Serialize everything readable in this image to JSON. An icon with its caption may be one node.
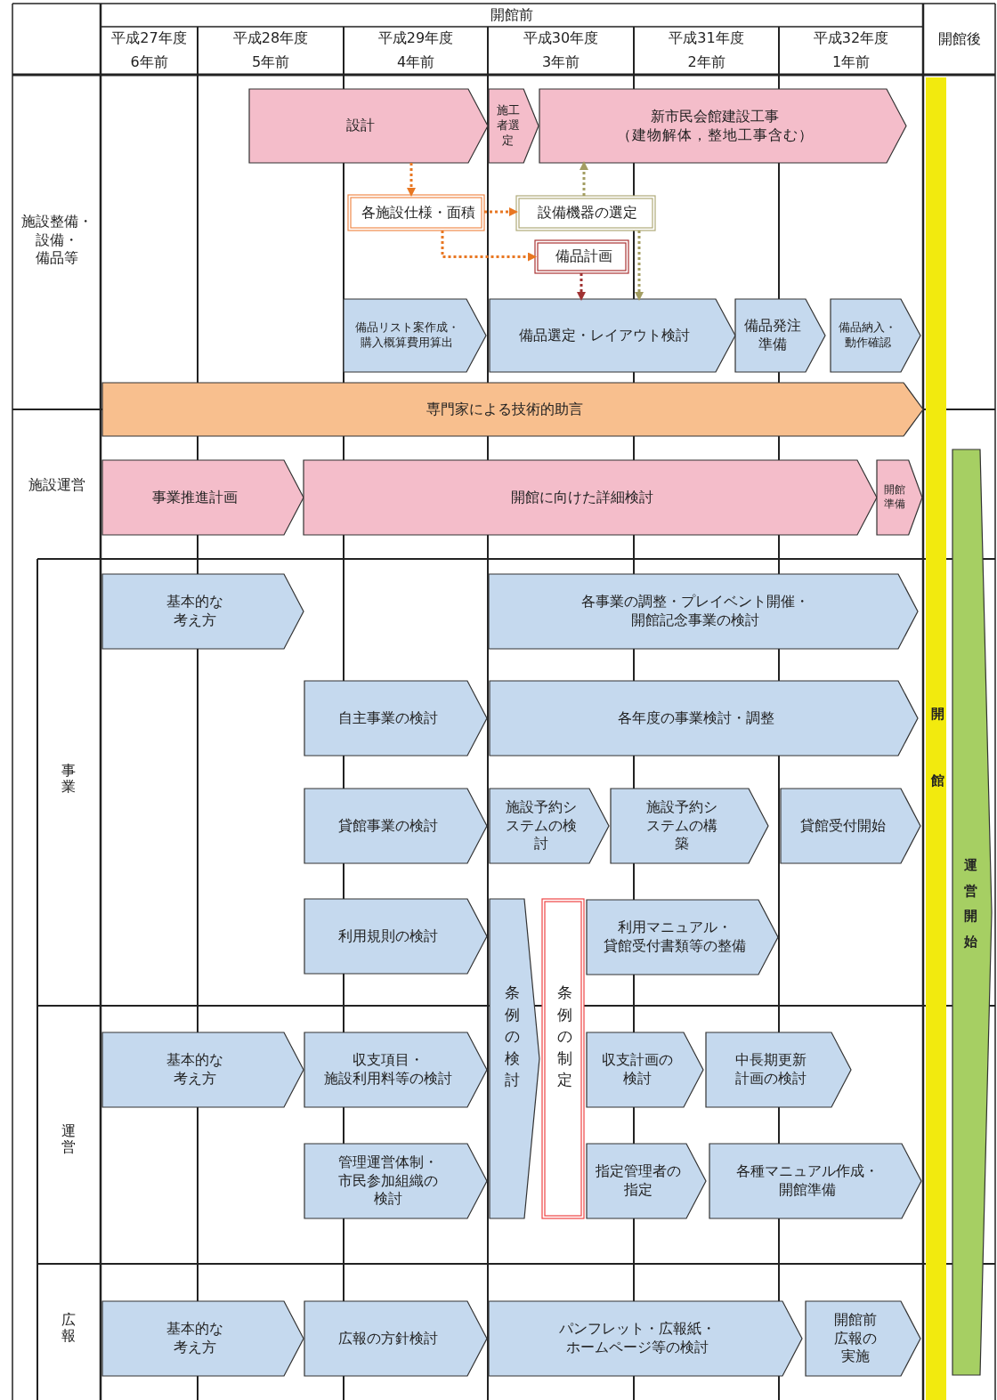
{
  "diagram": {
    "nodes": [
      {
        "text": [
          "設計"
        ]
      },
      {
        "text": [
          "施工者選定"
        ]
      },
      {
        "text": [
          "新市民会館建設工事",
          "（建物解体，整地工事含む）"
        ]
      },
      {
        "text": [
          "各施設仕様・面積"
        ]
      },
      {
        "text": [
          "設備機器の選定"
        ]
      },
      {
        "text": [
          "備品計画"
        ]
      },
      {
        "text": [
          "備品リスト案作成・購入概算費用算出"
        ]
      },
      {
        "text": [
          "備品選定・レイアウト検討"
        ]
      },
      {
        "text": [
          "備品発注準備"
        ]
      },
      {
        "text": [
          "備品納入・動作確認"
        ]
      },
      {
        "text": [
          "専門家による技術的助言"
        ]
      },
      {
        "text": [
          "事業推進計画"
        ]
      },
      {
        "text": [
          "開館に向けた詳細検討"
        ]
      },
      {
        "text": [
          "開館準備"
        ]
      },
      {
        "text": [
          "基本的な考え方"
        ]
      },
      {
        "text": [
          "各事業の調整・プレイベント開催・開館記念事業の検討"
        ]
      },
      {
        "text": [
          "自主事業の検討"
        ]
      },
      {
        "text": [
          "各年度の事業検討・調整"
        ]
      },
      {
        "text": [
          "貸館事業の検討"
        ]
      },
      {
        "text": [
          "施設予約システムの検討"
        ]
      },
      {
        "text": [
          "施設予約システムの構築"
        ]
      },
      {
        "text": [
          "貸館受付開始"
        ]
      },
      {
        "text": [
          "利用規則の検討"
        ]
      },
      {
        "text": [
          "条例の検討"
        ]
      },
      {
        "text": [
          "条例の制定"
        ]
      },
      {
        "text": [
          "利用マニュアル・貸館受付書類等の整備"
        ]
      },
      {
        "text": [
          "基本的な考え方"
        ]
      },
      {
        "text": [
          "収支項目・施設利用料等の検討"
        ]
      },
      {
        "text": [
          "収支計画の検討"
        ]
      },
      {
        "text": [
          "中長期更新計画の検討"
        ]
      },
      {
        "text": [
          "管理運営体制・市民参加組織の検討"
        ]
      },
      {
        "text": [
          "指定管理者の指定"
        ]
      },
      {
        "text": [
          "各種マニュアル作成・開館準備"
        ]
      },
      {
        "text": [
          "基本的な考え方"
        ]
      },
      {
        "text": [
          "広報の方針検討"
        ]
      },
      {
        "text": [
          "パンフレット・広報紙・ホームページ等の検討"
        ]
      },
      {
        "text": [
          "開館前広報の実施"
        ]
      },
      {
        "text": [
          "開館"
        ]
      },
      {
        "text": [
          "運営開始"
        ]
      }
    ],
    "edges": [
      {
        "from": 0,
        "to": 3,
        "arrow": "to",
        "style": "dashed"
      },
      {
        "from": 3,
        "to": 4,
        "arrow": "to",
        "style": "dashed"
      },
      {
        "from": 3,
        "to": 5,
        "arrow": "to",
        "style": "dashed"
      },
      {
        "from": 4,
        "to": 2,
        "arrow": "to",
        "style": "dashed",
        "color": "#a39d62"
      },
      {
        "from": 5,
        "to": 7,
        "arrow": "to",
        "style": "dashed",
        "color": "#a03232"
      },
      {
        "from": 4,
        "to": 7,
        "arrow": "to",
        "style": "dashed",
        "color": "#a39d62"
      }
    ],
    "labels": [
      "開館前",
      "平成27年度",
      "6年前",
      "平成28年度",
      "5年前",
      "平成29年度",
      "4年前",
      "平成30年度",
      "3年前",
      "平成31年度",
      "2年前",
      "平成32年度",
      "1年前",
      "開館後",
      "施設整備・設備・備品等",
      "施設運営",
      "事業",
      "運営",
      "広報"
    ]
  }
}
